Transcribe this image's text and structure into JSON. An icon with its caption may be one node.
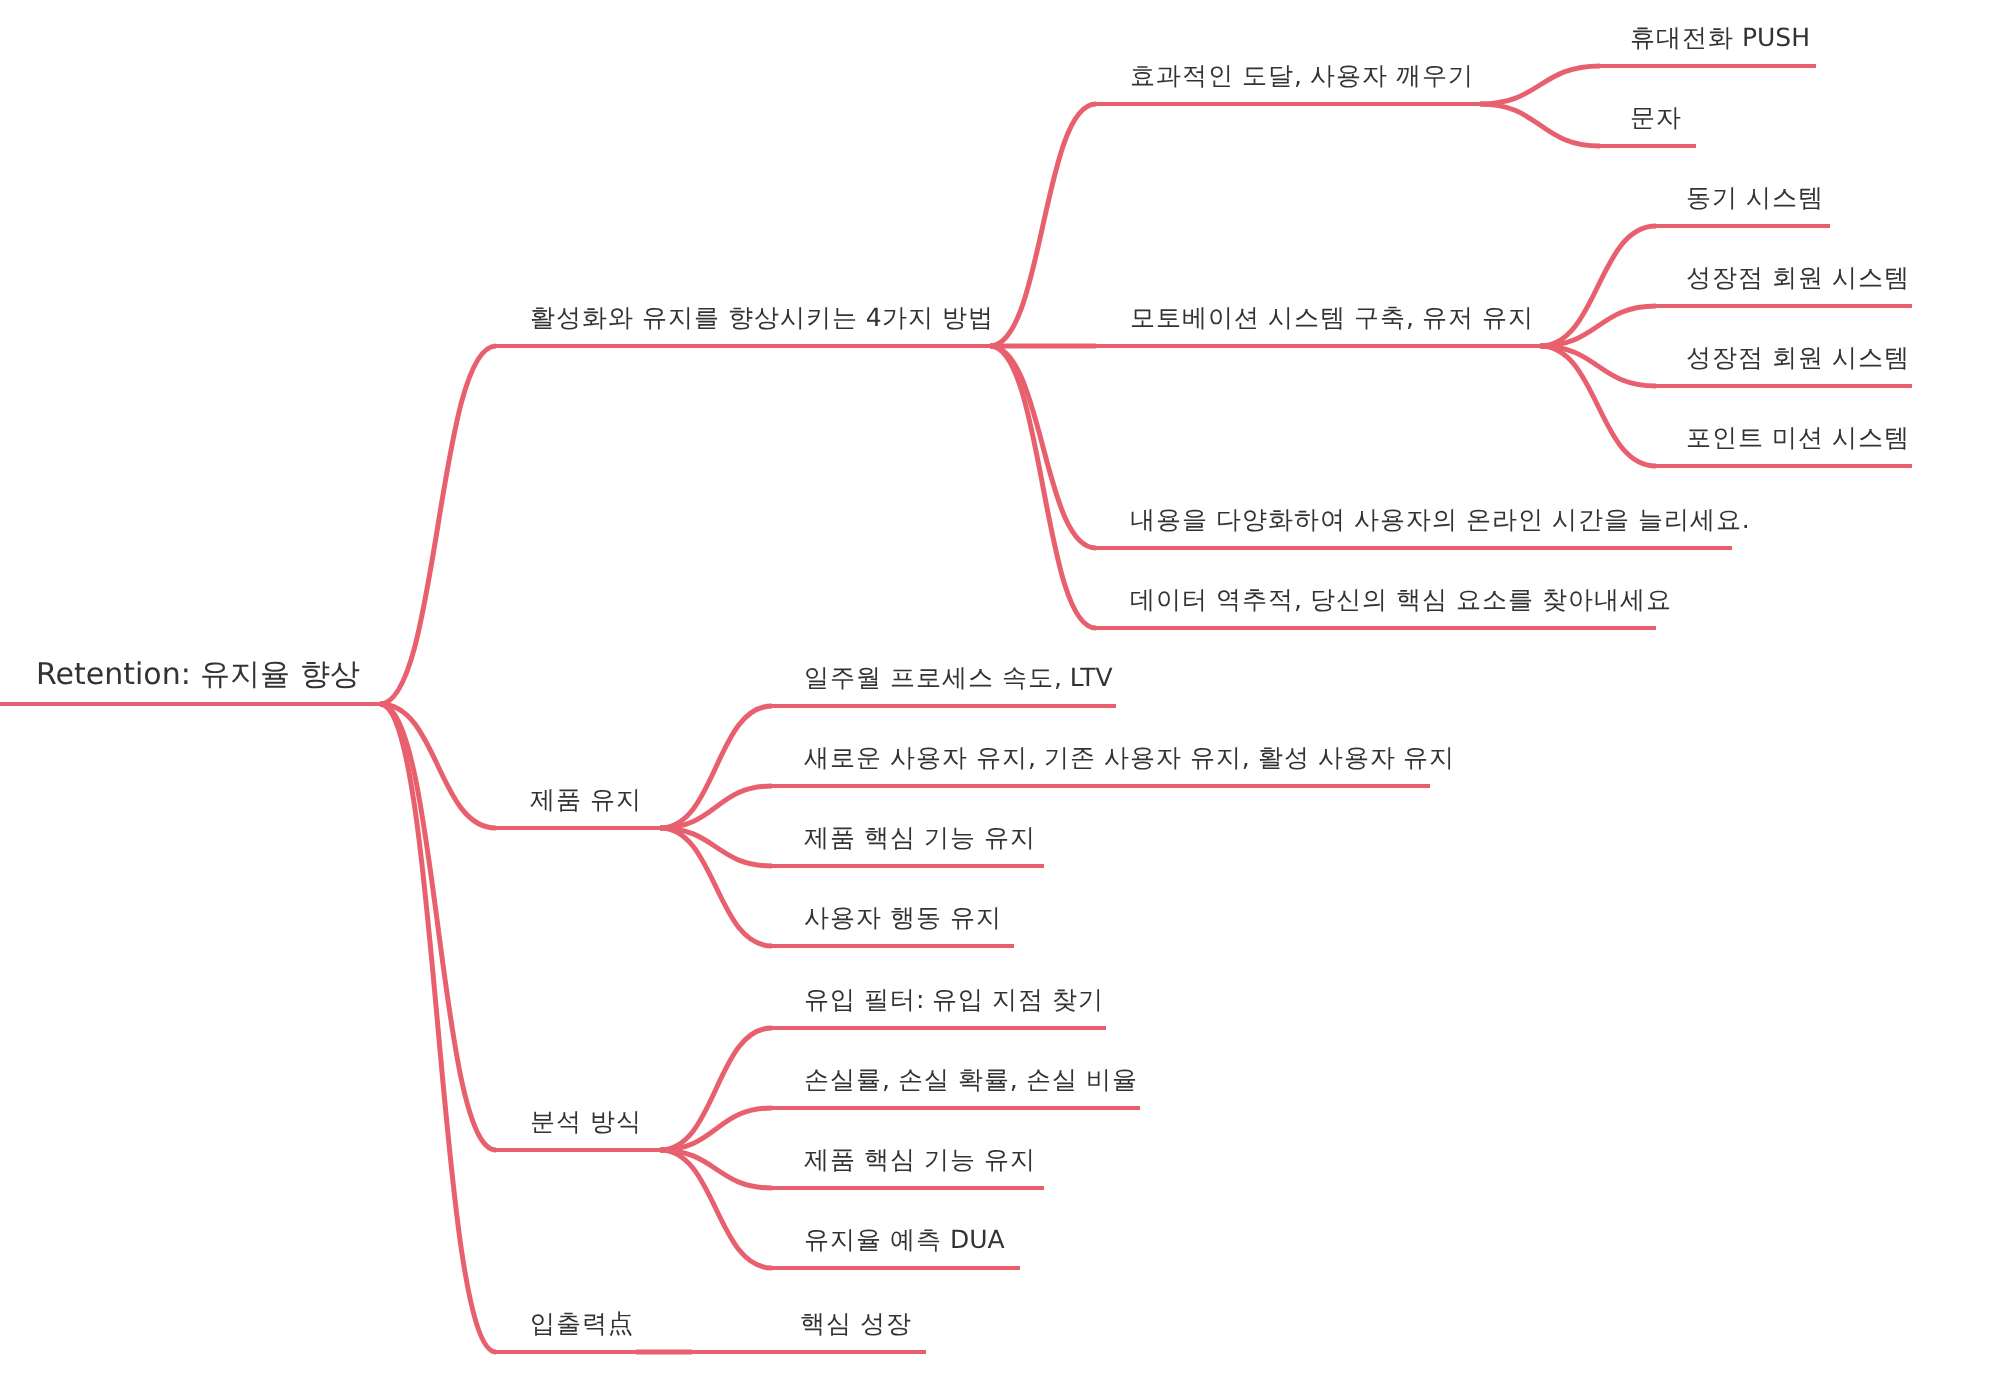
{
  "diagram": {
    "nodes": [
      {
        "text": [
          "Retention: 유지율 향상"
        ]
      },
      {
        "text": [
          "활성화와 유지를 향상시키는 4가지 방법"
        ]
      },
      {
        "text": [
          "효과적인 도달, 사용자 깨우기"
        ]
      },
      {
        "text": [
          "휴대전화 PUSH"
        ]
      },
      {
        "text": [
          "문자"
        ]
      },
      {
        "text": [
          "모토베이션 시스템 구축, 유저 유지"
        ]
      },
      {
        "text": [
          "동기 시스템"
        ]
      },
      {
        "text": [
          "성장점 회원 시스템"
        ]
      },
      {
        "text": [
          "성장점 회원 시스템"
        ]
      },
      {
        "text": [
          "포인트 미션 시스템"
        ]
      },
      {
        "text": [
          "내용을 다양화하여 사용자의 온라인 시간을 늘리세요."
        ]
      },
      {
        "text": [
          "데이터 역추적, 당신의 핵심 요소를 찾아내세요"
        ]
      },
      {
        "text": [
          "제품 유지"
        ]
      },
      {
        "text": [
          "일주월 프로세스 속도, LTV"
        ]
      },
      {
        "text": [
          "새로운 사용자 유지, 기존 사용자 유지, 활성 사용자 유지"
        ]
      },
      {
        "text": [
          "제품 핵심 기능 유지"
        ]
      },
      {
        "text": [
          "사용자 행동 유지"
        ]
      },
      {
        "text": [
          "분석 방식"
        ]
      },
      {
        "text": [
          "유입 필터: 유입 지점 찾기"
        ]
      },
      {
        "text": [
          "손실률, 손실 확률, 손실 비율"
        ]
      },
      {
        "text": [
          "제품 핵심 기능 유지"
        ]
      },
      {
        "text": [
          "유지율 예측 DUA"
        ]
      },
      {
        "text": [
          "입출력点"
        ]
      },
      {
        "text": [
          "핵심 성장"
        ]
      }
    ],
    "edges": [
      {
        "from": 0,
        "to": 1,
        "arrow": "none"
      },
      {
        "from": 1,
        "to": 2,
        "arrow": "none"
      },
      {
        "from": 2,
        "to": 3,
        "arrow": "none"
      },
      {
        "from": 2,
        "to": 4,
        "arrow": "none"
      },
      {
        "from": 1,
        "to": 5,
        "arrow": "none"
      },
      {
        "from": 5,
        "to": 6,
        "arrow": "none"
      },
      {
        "from": 5,
        "to": 7,
        "arrow": "none"
      },
      {
        "from": 5,
        "to": 8,
        "arrow": "none"
      },
      {
        "from": 5,
        "to": 9,
        "arrow": "none"
      },
      {
        "from": 1,
        "to": 10,
        "arrow": "none"
      },
      {
        "from": 1,
        "to": 11,
        "arrow": "none"
      },
      {
        "from": 0,
        "to": 12,
        "arrow": "none"
      },
      {
        "from": 12,
        "to": 13,
        "arrow": "none"
      },
      {
        "from": 12,
        "to": 14,
        "arrow": "none"
      },
      {
        "from": 12,
        "to": 15,
        "arrow": "none"
      },
      {
        "from": 12,
        "to": 16,
        "arrow": "none"
      },
      {
        "from": 0,
        "to": 17,
        "arrow": "none"
      },
      {
        "from": 17,
        "to": 18,
        "arrow": "none"
      },
      {
        "from": 17,
        "to": 19,
        "arrow": "none"
      },
      {
        "from": 17,
        "to": 20,
        "arrow": "none"
      },
      {
        "from": 17,
        "to": 21,
        "arrow": "none"
      },
      {
        "from": 0,
        "to": 22,
        "arrow": "none"
      },
      {
        "from": 22,
        "to": 23,
        "arrow": "none"
      }
    ]
  }
}
